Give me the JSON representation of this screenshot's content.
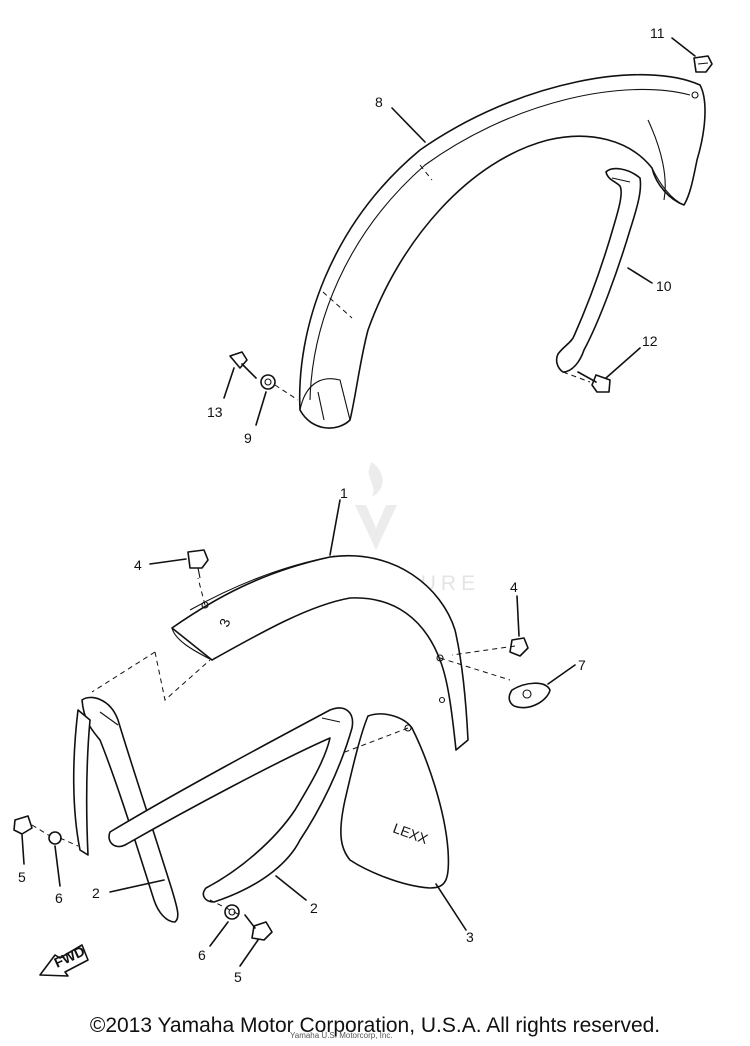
{
  "watermark": {
    "text": "LEADVENTURE"
  },
  "callouts": {
    "c1": "1",
    "c2a": "2",
    "c2b": "2",
    "c3": "3",
    "c4a": "4",
    "c4b": "4",
    "c5a": "5",
    "c5b": "5",
    "c6a": "6",
    "c6b": "6",
    "c7": "7",
    "c8": "8",
    "c9": "9",
    "c10": "10",
    "c11": "11",
    "c12": "12",
    "c13": "13"
  },
  "fwd_marker": {
    "text": "FWD"
  },
  "mud_flap": {
    "logo_text": "LEXX"
  },
  "fender_marking": "3",
  "footer": {
    "copyright": "©2013 Yamaha Motor Corporation, U.S.A. All rights reserved.",
    "underprint": "Yamaha U.S. Motorcorp, Inc."
  }
}
